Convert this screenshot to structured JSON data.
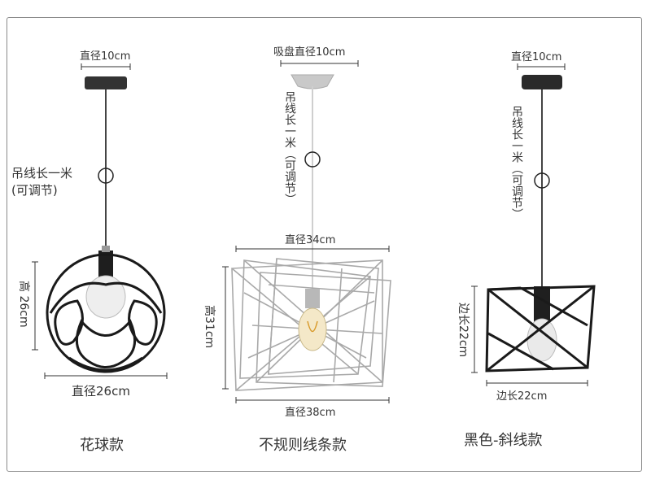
{
  "lamps": [
    {
      "top_dim": "直径10cm",
      "cord_note_line1": "吊线长一米",
      "cord_note_line2": "(可调节)",
      "height_dim": "高 26cm",
      "bottom_dim": "直径26cm",
      "caption": "花球款"
    },
    {
      "top_dim": "吸盘直径10cm",
      "cord_note": "吊线长一米（可调节）",
      "mid_dim": "直径34cm",
      "height_dim": "高31cm",
      "bottom_dim": "直径38cm",
      "caption": "不规则线条款"
    },
    {
      "top_dim": "直径10cm",
      "cord_note": "吊线长一米（可调节）",
      "height_dim": "边长22cm",
      "bottom_dim": "边长22cm",
      "caption": "黑色-斜线款"
    }
  ]
}
